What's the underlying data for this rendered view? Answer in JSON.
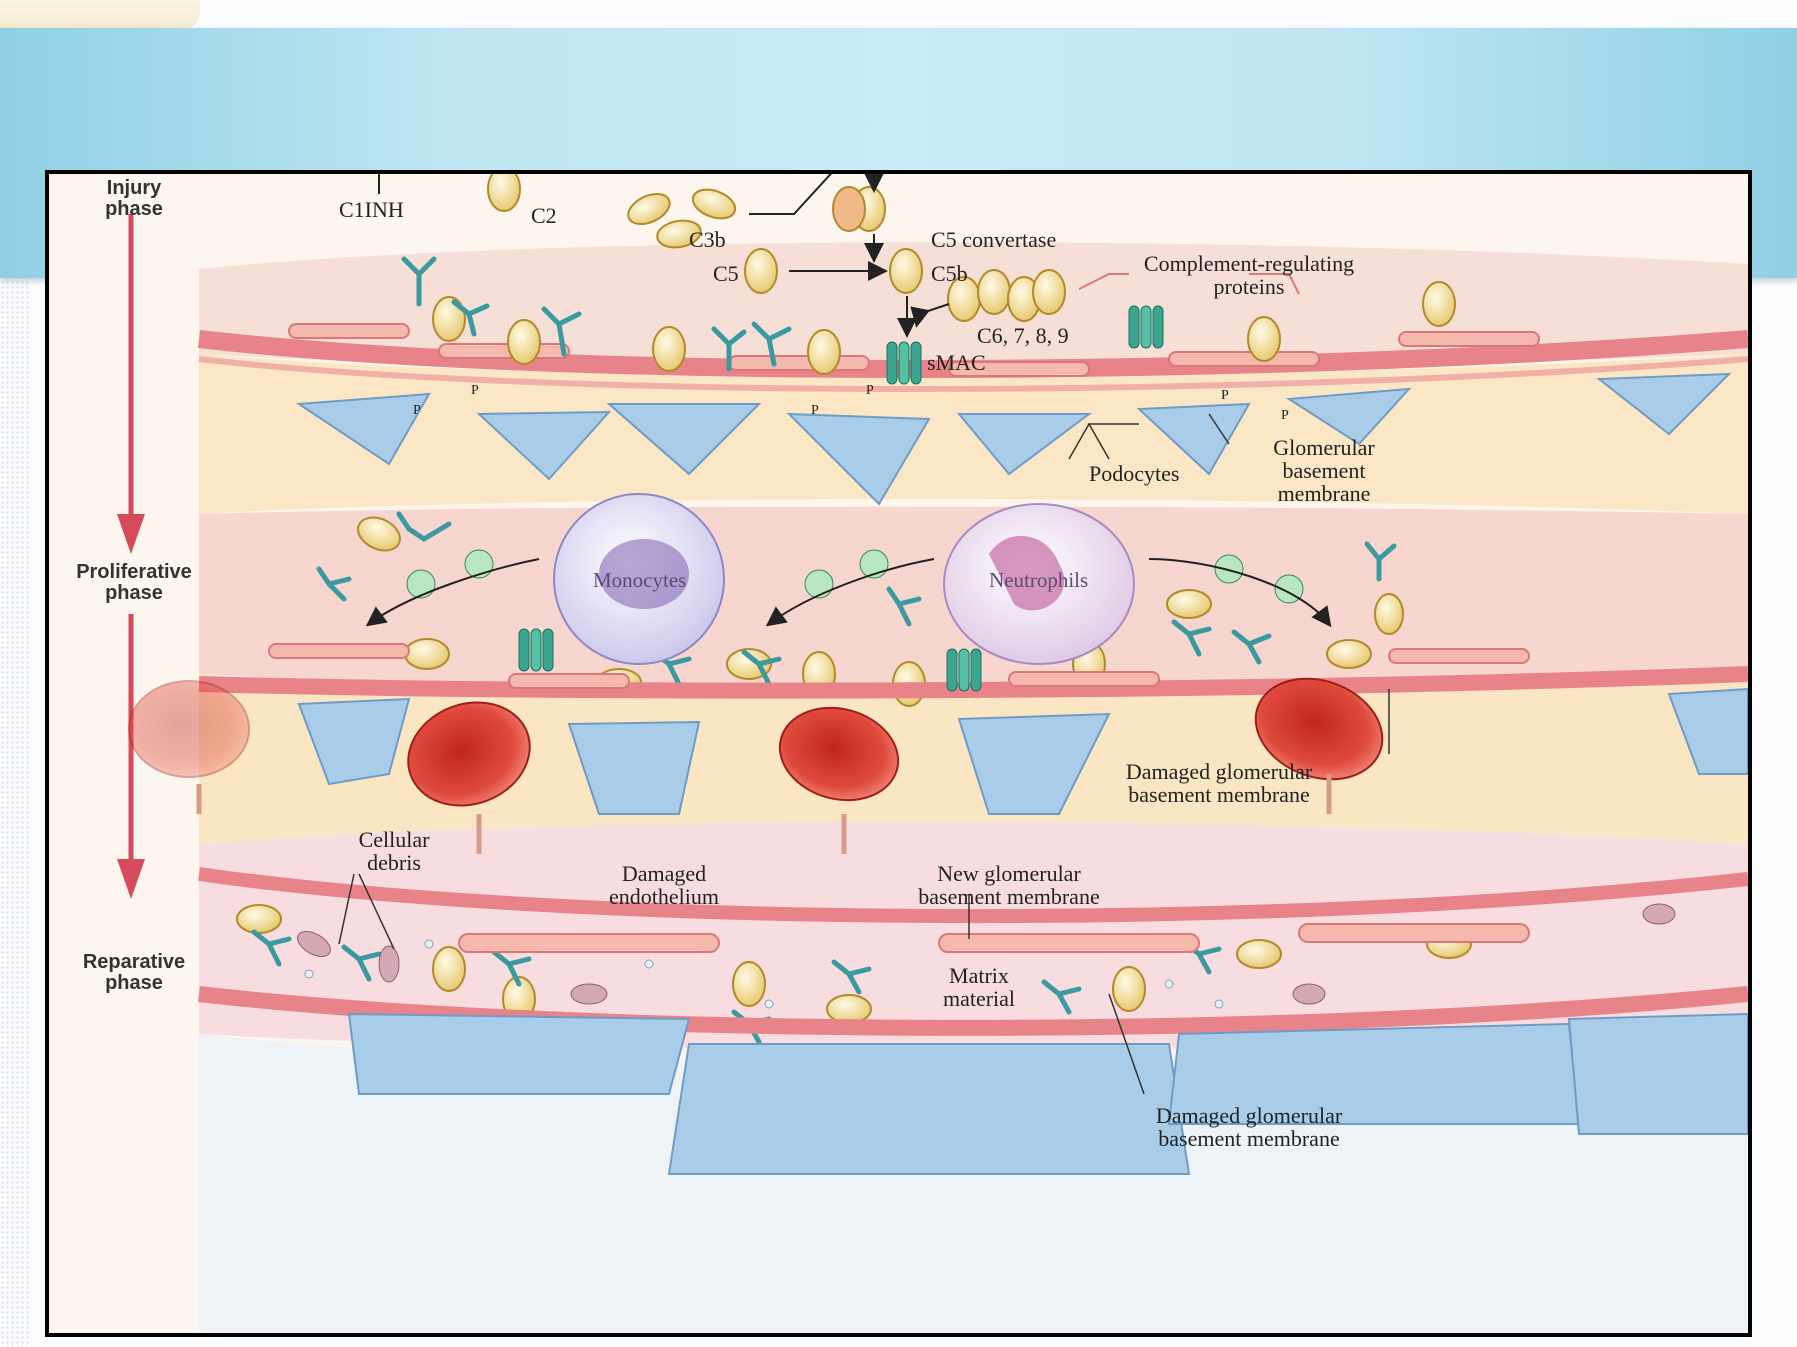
{
  "phases": [
    "Injury\nphase",
    "Proliferative\nphase",
    "Reparative\nphase"
  ],
  "labels": {
    "c1inh": "C1INH",
    "c2": "C2",
    "c3b": "C3b",
    "c5_convertase": "C5 convertase",
    "c5": "C5",
    "c5b": "C5b",
    "complement_regulating": "Complement-regulating\nproteins",
    "c6789": "C6, 7, 8, 9",
    "smac": "sMAC",
    "podocytes": "Podocytes",
    "gbm": "Glomerular\nbasement\nmembrane",
    "monocytes": "Monocytes",
    "neutrophils": "Neutrophils",
    "damaged_gbm_1": "Damaged glomerular\nbasement membrane",
    "cellular_debris": "Cellular\ndebris",
    "damaged_endothelium": "Damaged\nendothelium",
    "new_gbm": "New glomerular\nbasement membrane",
    "matrix_material": "Matrix\nmaterial",
    "damaged_gbm_2": "Damaged glomerular\nbasement membrane",
    "p": "P"
  },
  "colors": {
    "banner": "#bfe6f2",
    "membrane": "#e8838a",
    "podocyte": "#a9cce8",
    "complement": "#f2d98a",
    "antibody": "#3a9aa0",
    "rbc": "#d9362c",
    "arrow": "#d64a5c"
  }
}
